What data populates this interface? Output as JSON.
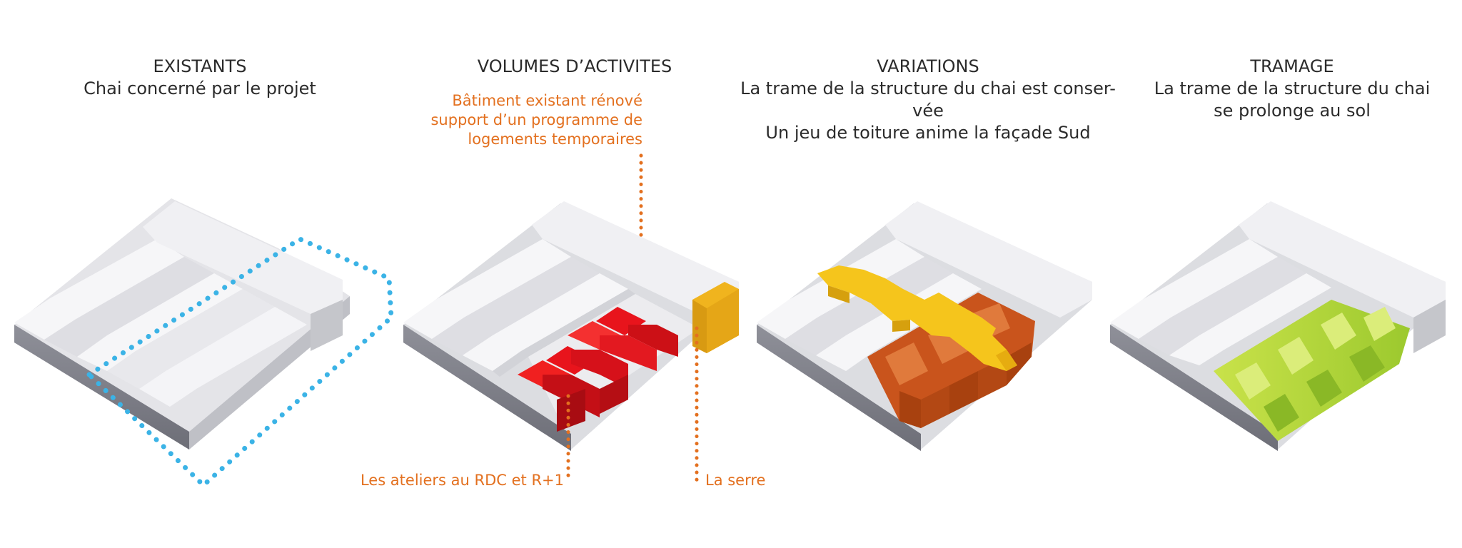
{
  "panels": [
    {
      "title": "EXISTANTS",
      "subtitle": [
        "Chai concerné par le projet"
      ]
    },
    {
      "title": "VOLUMES D’ACTIVITES",
      "subtitle": []
    },
    {
      "title": "VARIATIONS",
      "subtitle": [
        "La trame de la structure du chai est conser-",
        "vée",
        "Un jeu de toiture anime la façade Sud"
      ]
    },
    {
      "title": "TRAMAGE",
      "subtitle": [
        "La trame de la structure du chai",
        "se prolonge au sol"
      ]
    }
  ],
  "annotations": {
    "building": [
      "Bâtiment existant rénové",
      "support d’un programme de",
      "logements temporaires"
    ],
    "workshops": "Les ateliers au RDC et R+1",
    "greenhouse": "La serre"
  },
  "colors": {
    "text": "#2b2b2b",
    "annotation": "#e3701f",
    "outline_dots": "#3bb3e6",
    "workshops": "#e8141c",
    "greenhouse": "#f0b41e",
    "roof_ribbon": "#f5c51c",
    "timber": "#c9541c",
    "ground_green": "#b5d63a"
  }
}
